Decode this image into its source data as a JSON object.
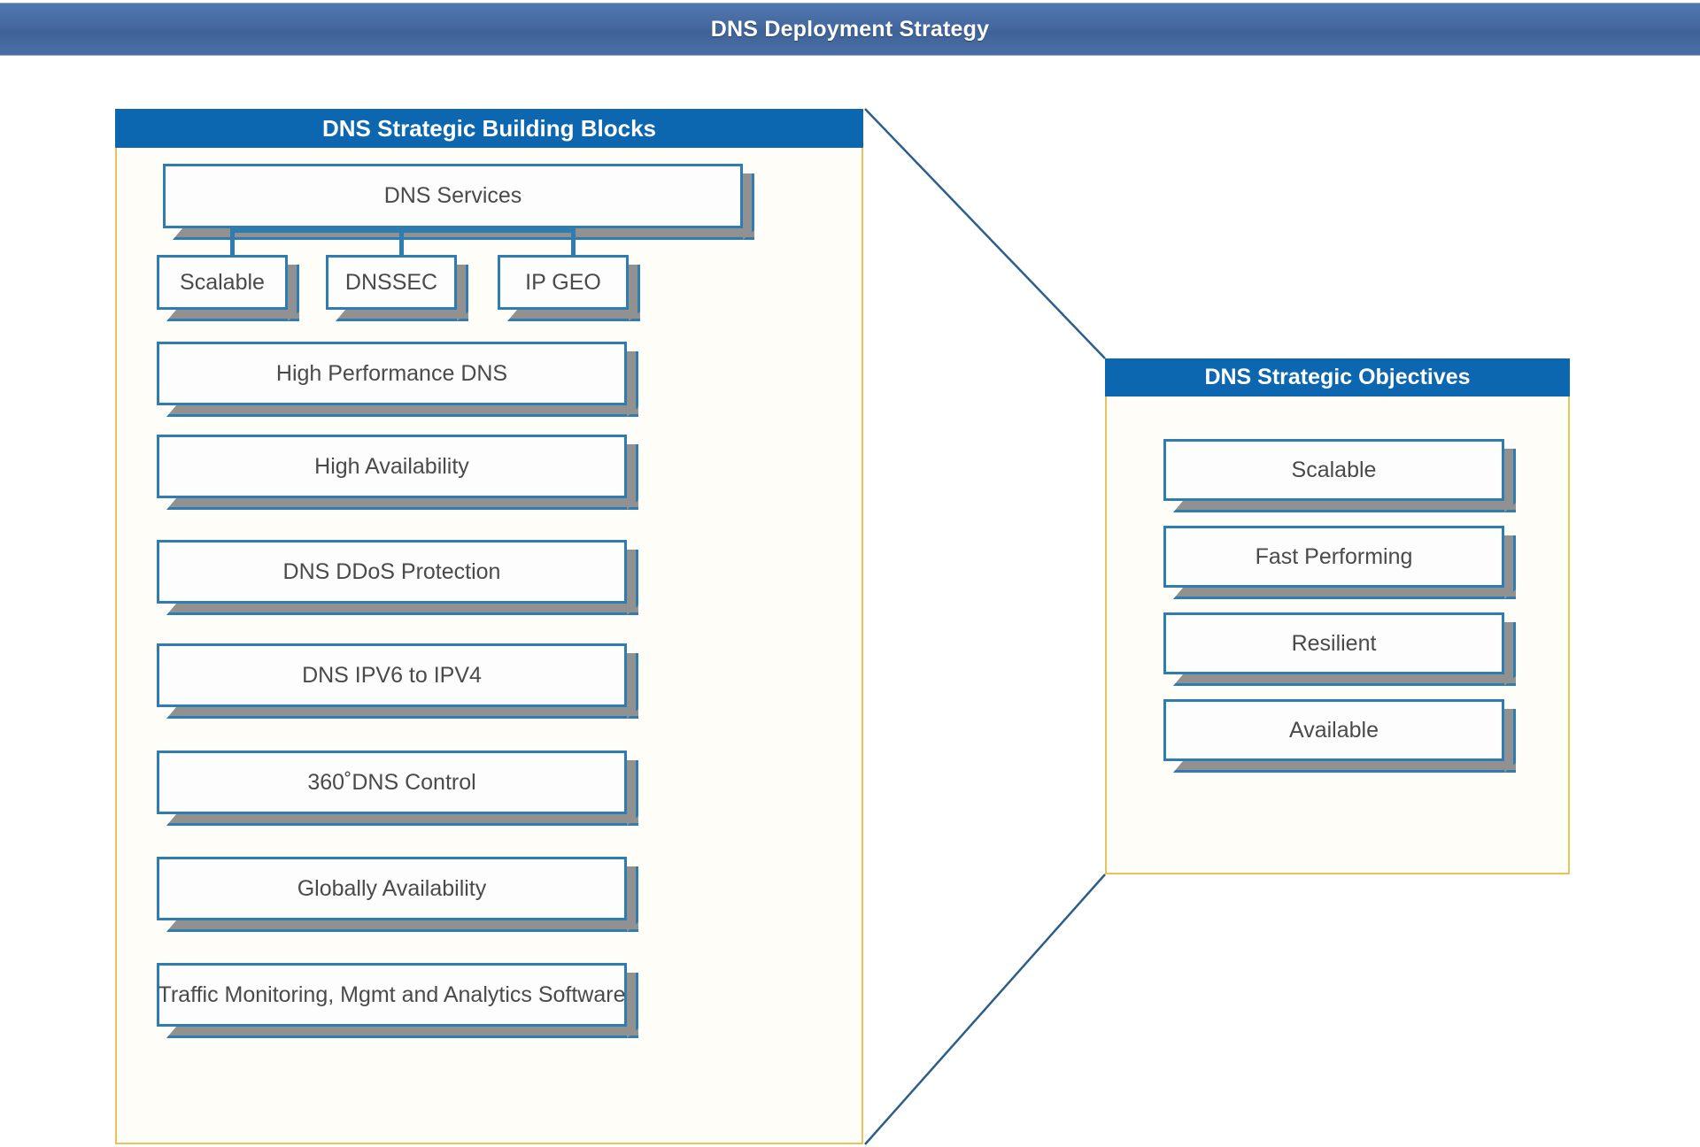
{
  "banner": {
    "title": "DNS Deployment Strategy"
  },
  "left_panel": {
    "title": "DNS Strategic Building Blocks",
    "root": {
      "label": "DNS Services"
    },
    "children": [
      {
        "label": "Scalable"
      },
      {
        "label": "DNSSEC"
      },
      {
        "label": "IP GEO"
      }
    ],
    "blocks": [
      {
        "label": "High Performance DNS"
      },
      {
        "label": "High Availability"
      },
      {
        "label": "DNS DDoS Protection"
      },
      {
        "label": "DNS IPV6 to IPV4"
      },
      {
        "label": "360˚DNS Control"
      },
      {
        "label": "Globally Availability"
      },
      {
        "label": "Traffic Monitoring, Mgmt and Analytics Software"
      }
    ]
  },
  "right_panel": {
    "title": "DNS Strategic Objectives",
    "objectives": [
      {
        "label": "Scalable"
      },
      {
        "label": "Fast Performing"
      },
      {
        "label": "Resilient"
      },
      {
        "label": "Available"
      }
    ]
  },
  "colors": {
    "banner_blue": "#44689f",
    "header_blue": "#0c66b0",
    "panel_border_gold": "#e8c35a",
    "box_border_blue": "#2e7cb0",
    "box_shadow_gray": "#919191",
    "text_gray": "#4a4a4a",
    "callout_line": "#2c5f8a"
  }
}
